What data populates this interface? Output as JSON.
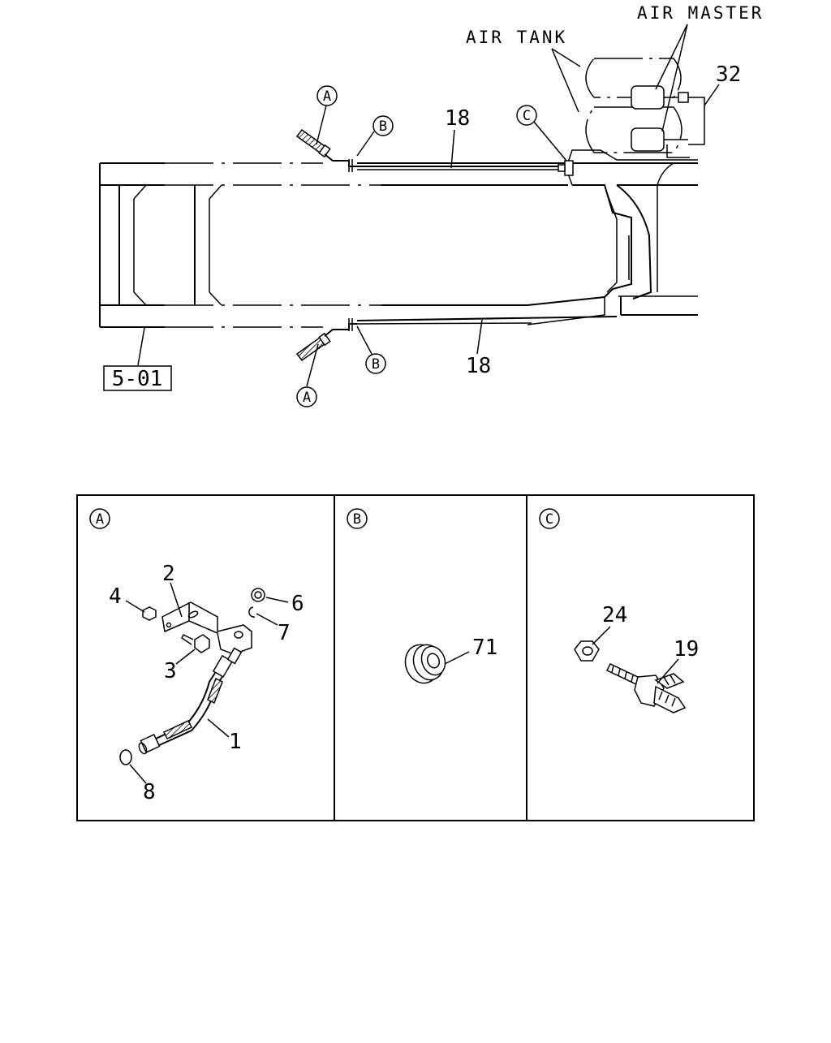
{
  "labels": {
    "air_master": "AIR MASTER",
    "air_tank": "AIR TANK",
    "part_32": "32",
    "part_18_top": "18",
    "part_18_bottom": "18",
    "ref_box": "5-01",
    "callout_a_top": "A",
    "callout_a_bottom": "A",
    "callout_b_top": "B",
    "callout_b_bottom": "B",
    "callout_c": "C"
  },
  "details": {
    "a": {
      "header": "A",
      "parts": {
        "p1": "1",
        "p2": "2",
        "p3": "3",
        "p4": "4",
        "p6": "6",
        "p7": "7",
        "p8": "8"
      }
    },
    "b": {
      "header": "B",
      "parts": {
        "p71": "71"
      }
    },
    "c": {
      "header": "C",
      "parts": {
        "p24": "24",
        "p19": "19"
      }
    }
  }
}
